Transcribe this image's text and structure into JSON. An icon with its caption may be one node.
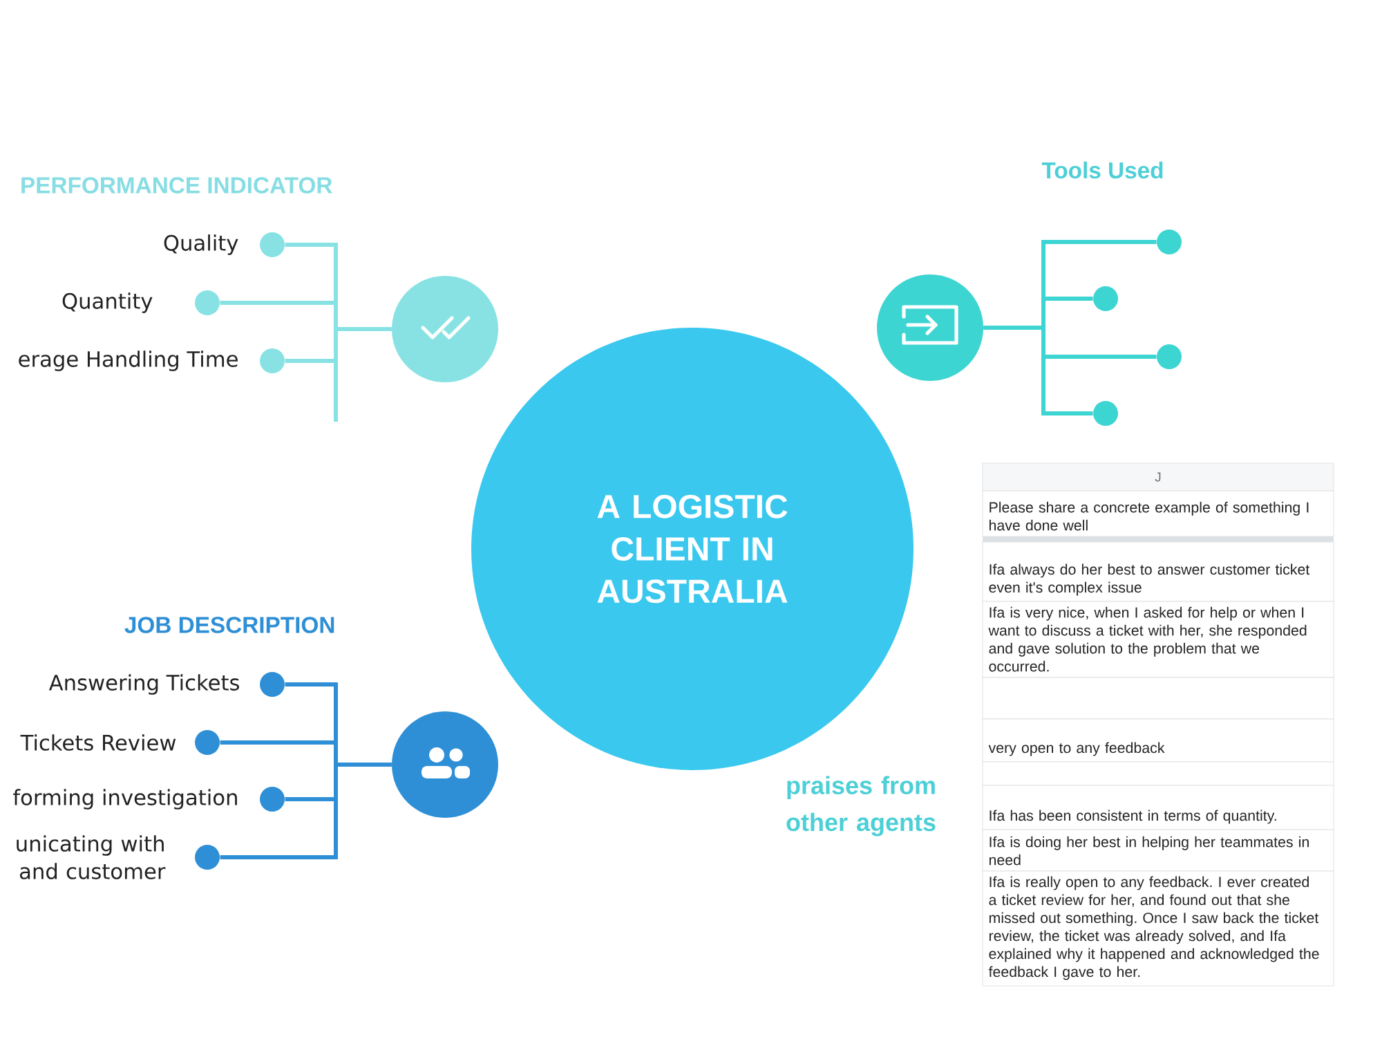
{
  "diagram": {
    "nodes": [
      {
        "text": [],
        "shape": "circle",
        "beside": [
          "Quality"
        ]
      },
      {
        "text": [],
        "shape": "circle",
        "beside": [
          "Quantity"
        ]
      },
      {
        "text": [],
        "shape": "circle",
        "beside": [
          "erage Handling Time"
        ]
      },
      {
        "text": [],
        "shape": "circle"
      },
      {
        "text": [],
        "shape": "circle"
      },
      {
        "text": [],
        "shape": "circle"
      },
      {
        "text": [],
        "shape": "circle"
      },
      {
        "text": [],
        "shape": "circle"
      },
      {
        "text": [],
        "shape": "circle"
      },
      {
        "text": [
          "A LOGISTIC CLIENT IN AUSTRALIA"
        ]
      },
      {
        "text": [],
        "shape": "circle",
        "beside": [
          "Answering Tickets"
        ]
      },
      {
        "text": [],
        "shape": "circle",
        "beside": [
          "Tickets Review"
        ]
      },
      {
        "text": [],
        "shape": "circle",
        "beside": [
          "forming investigation"
        ]
      },
      {
        "text": [],
        "shape": "circle",
        "beside": [
          "unicating with and customer"
        ]
      },
      {
        "text": [],
        "shape": "circle"
      }
    ],
    "edges": [
      {
        "from": 3,
        "to": 0,
        "arrow": "none",
        "color": "#88e2e4"
      },
      {
        "from": 3,
        "to": 1,
        "arrow": "none",
        "color": "#88e2e4"
      },
      {
        "from": 3,
        "to": 2,
        "arrow": "none",
        "color": "#88e2e4"
      },
      {
        "from": 4,
        "to": 5,
        "arrow": "none",
        "color": "#3dd5d2"
      },
      {
        "from": 4,
        "to": 6,
        "arrow": "none",
        "color": "#3dd5d2"
      },
      {
        "from": 4,
        "to": 7,
        "arrow": "none",
        "color": "#3dd5d2"
      },
      {
        "from": 4,
        "to": 8,
        "arrow": "none",
        "color": "#3dd5d2"
      },
      {
        "from": 14,
        "to": 10,
        "arrow": "none",
        "color": "#2e8fd6"
      },
      {
        "from": 14,
        "to": 11,
        "arrow": "none",
        "color": "#2e8fd6"
      },
      {
        "from": 14,
        "to": 12,
        "arrow": "none",
        "color": "#2e8fd6"
      },
      {
        "from": 14,
        "to": 13,
        "arrow": "none",
        "color": "#2e8fd6"
      }
    ],
    "labels": [
      "PERFORMANCE INDICATOR",
      "Tools Used",
      "JOB DESCRIPTION",
      "praises from other agents",
      "J",
      "Please share a concrete example of something I have done well",
      "Ifa always do her best to answer customer ticket even it's complex issue",
      "Ifa is very nice, when I asked for help or when I want to discuss a ticket with her, she responded and gave solution to the problem that we occurred.",
      "very open to any feedback",
      "Ifa has been consistent in terms of quantity.",
      "Ifa is doing her best in helping her teammates in need",
      "Ifa is really open to any feedback. I ever created a ticket review for her, and found out that she missed out something. Once I saw back the ticket review, the ticket was already solved, and Ifa explained why it happened and acknowledged the feedback I gave to her."
    ]
  }
}
